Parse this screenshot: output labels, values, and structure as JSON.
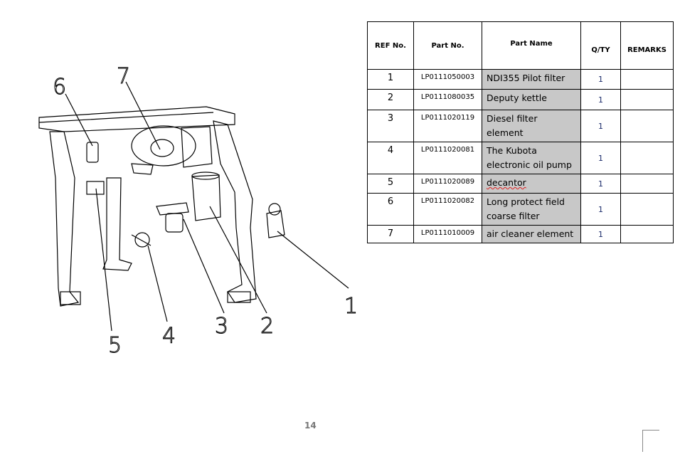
{
  "table": {
    "headers": [
      "REF No.",
      "Part No.",
      "Part Name",
      "Q/TY",
      "REMARKS"
    ],
    "rows": [
      {
        "ref": "1",
        "part_no": "LP0111050003",
        "name": "NDI355 Pilot filter",
        "qty": "1",
        "remarks": ""
      },
      {
        "ref": "2",
        "part_no": "LP0111080035",
        "name": "Deputy kettle",
        "qty": "1",
        "remarks": ""
      },
      {
        "ref": "3",
        "part_no": "LP0111020119",
        "name": "Diesel filter element",
        "qty": "1",
        "remarks": ""
      },
      {
        "ref": "4",
        "part_no": "LP0111020081",
        "name": "The Kubota electronic oil pump",
        "qty": "1",
        "remarks": ""
      },
      {
        "ref": "5",
        "part_no": "LP0111020089",
        "name": "decantor",
        "qty": "1",
        "remarks": ""
      },
      {
        "ref": "6",
        "part_no": "LP0111020082",
        "name": "Long protect field coarse filter",
        "qty": "1",
        "remarks": ""
      },
      {
        "ref": "7",
        "part_no": "LP0111010009",
        "name": "air cleaner element",
        "qty": "1",
        "remarks": ""
      }
    ]
  },
  "drawing": {
    "callouts": [
      "1",
      "2",
      "3",
      "4",
      "5",
      "6",
      "7"
    ]
  },
  "page_number": "14"
}
